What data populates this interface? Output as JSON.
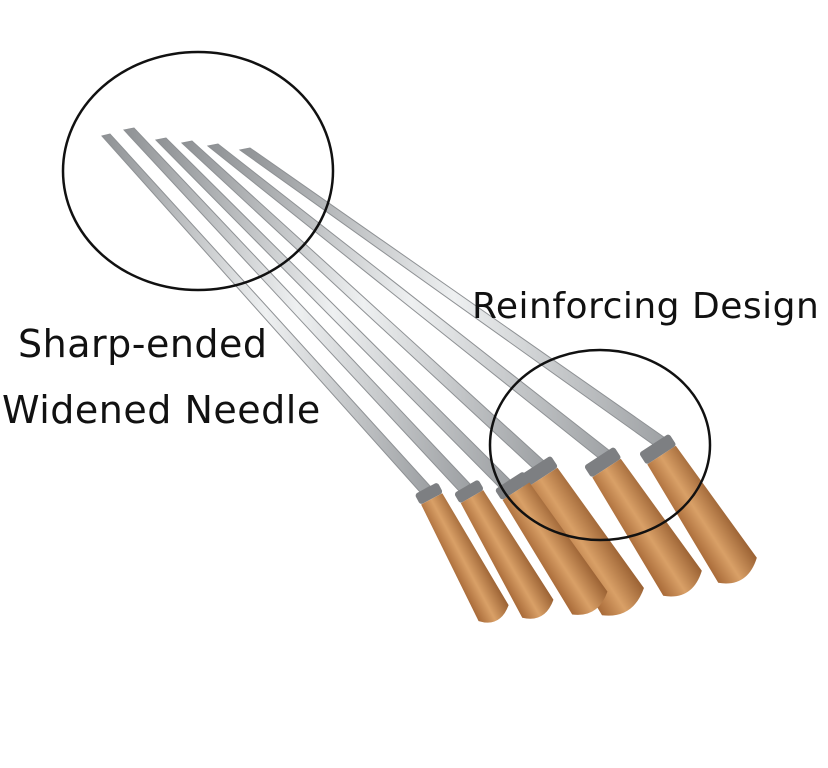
{
  "annotations": {
    "tip_label_line1": "Sharp-ended",
    "tip_label_line2": "Widened Needle",
    "handle_label": "Reinforcing Design"
  },
  "colors": {
    "steel": "#c9cbcd",
    "steel_edge": "#8e9194",
    "wood": "#c98b52",
    "wood_dark": "#9a6133",
    "circle": "#111111"
  }
}
